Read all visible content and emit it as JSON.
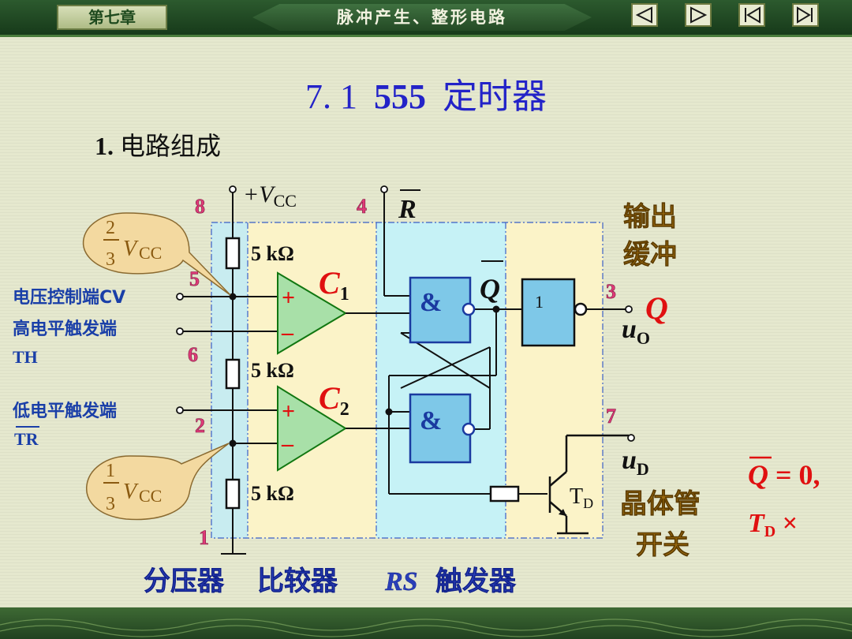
{
  "header": {
    "chapter_tab": "第七章",
    "chapter_title": "脉冲产生、整形电路"
  },
  "nav": {
    "prev_icon": "triangle-left-icon",
    "next_icon": "triangle-right-icon",
    "first_icon": "skip-first-icon",
    "last_icon": "skip-last-icon"
  },
  "slide": {
    "title_num": "7. 1",
    "title_555": "555",
    "title_cn": "定时器",
    "section_num": "1.",
    "section_cn": "电路组成"
  },
  "circuit": {
    "vcc_label": "+V",
    "vcc_sub": "CC",
    "pin8": "8",
    "pin4": "4",
    "reset_label": "R",
    "pin5": "5",
    "pin6": "6",
    "pin2": "2",
    "pin1": "1",
    "pin3": "3",
    "pin7": "7",
    "r1": "5 kΩ",
    "r2": "5 kΩ",
    "r3": "5 kΩ",
    "cv_label": "电压控制端CV",
    "th_label1": "高电平触发端",
    "th_label2": "TH",
    "tr_label1": "低电平触发端",
    "tr_label2": "TR",
    "c1": "C",
    "c1_sub": "1",
    "c2": "C",
    "c2_sub": "2",
    "plus": "+",
    "minus": "–",
    "and_sym": "&",
    "qbar": "Q",
    "buf_sym": "1",
    "out_q": "Q",
    "uo": "u",
    "uo_sub": "O",
    "ud": "u",
    "ud_sub": "D",
    "td": "T",
    "td_sub": "D",
    "callout_top_num": "2",
    "callout_top_den": "3",
    "callout_top_v": "V",
    "callout_top_sub": "CC",
    "callout_bot_num": "1",
    "callout_bot_den": "3",
    "callout_bot_v": "V",
    "callout_bot_sub": "CC",
    "out_buffer_1": "输出",
    "out_buffer_2": "缓冲",
    "switch_1": "晶体管",
    "switch_2": "开关",
    "note_q": "Q",
    "note_eq": " = 0,",
    "note_t": "T",
    "note_t_sub": "D",
    "note_x": " ×",
    "label_divider": "分压器",
    "label_comparator": "比较器",
    "label_rs": "RS",
    "label_flipflop": "触发器"
  },
  "colors": {
    "topbar": "#1d4420",
    "divider_bg": "#c8ecf0",
    "comparator_bg": "#fbf3c8",
    "ff_bg": "#c6f2f6",
    "buffer_bg": "#fbf3c8",
    "pin_label": "#e03a78",
    "title_blue": "#2323c8",
    "callout_fill": "#f3d9a0",
    "block_label": "#2a3fb8",
    "heading_brown": "#9a6a10",
    "red": "#e01010"
  }
}
